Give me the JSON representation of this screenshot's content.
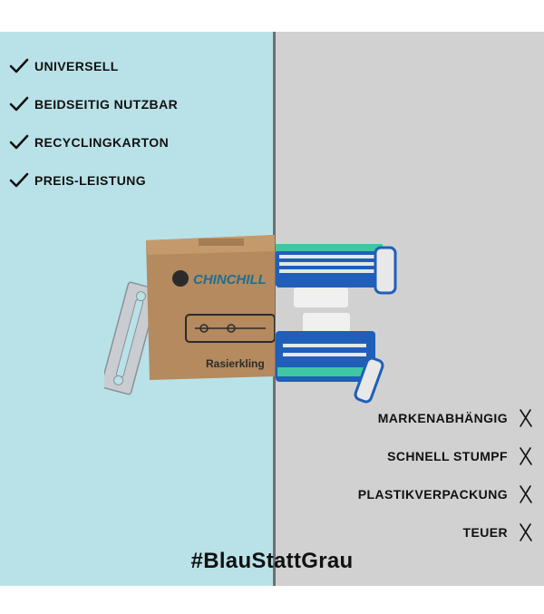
{
  "pros": [
    {
      "label": "UNIVERSELL"
    },
    {
      "label": "BEIDSEITIG NUTZBAR"
    },
    {
      "label": "RECYCLINGKARTON"
    },
    {
      "label": "PREIS-LEISTUNG"
    }
  ],
  "cons": [
    {
      "label": "MARKENABHÄNGIG"
    },
    {
      "label": "SCHNELL STUMPF"
    },
    {
      "label": "PLASTIKVERPACKUNG"
    },
    {
      "label": "TEUER"
    }
  ],
  "hashtag": "#BlauStattGrau",
  "box": {
    "brand": "CHINCHILL",
    "product": "Rasierkling"
  },
  "colors": {
    "left_bg": "#b9e2e8",
    "right_bg": "#d1d1d1",
    "divider": "#6f6f6f",
    "cartridge_blue": "#1f5fb8",
    "cartridge_green": "#3fc7a4",
    "box_brown": "#b48a5e"
  },
  "icons": {
    "pro": "checkmark-icon",
    "con": "cross-icon"
  }
}
